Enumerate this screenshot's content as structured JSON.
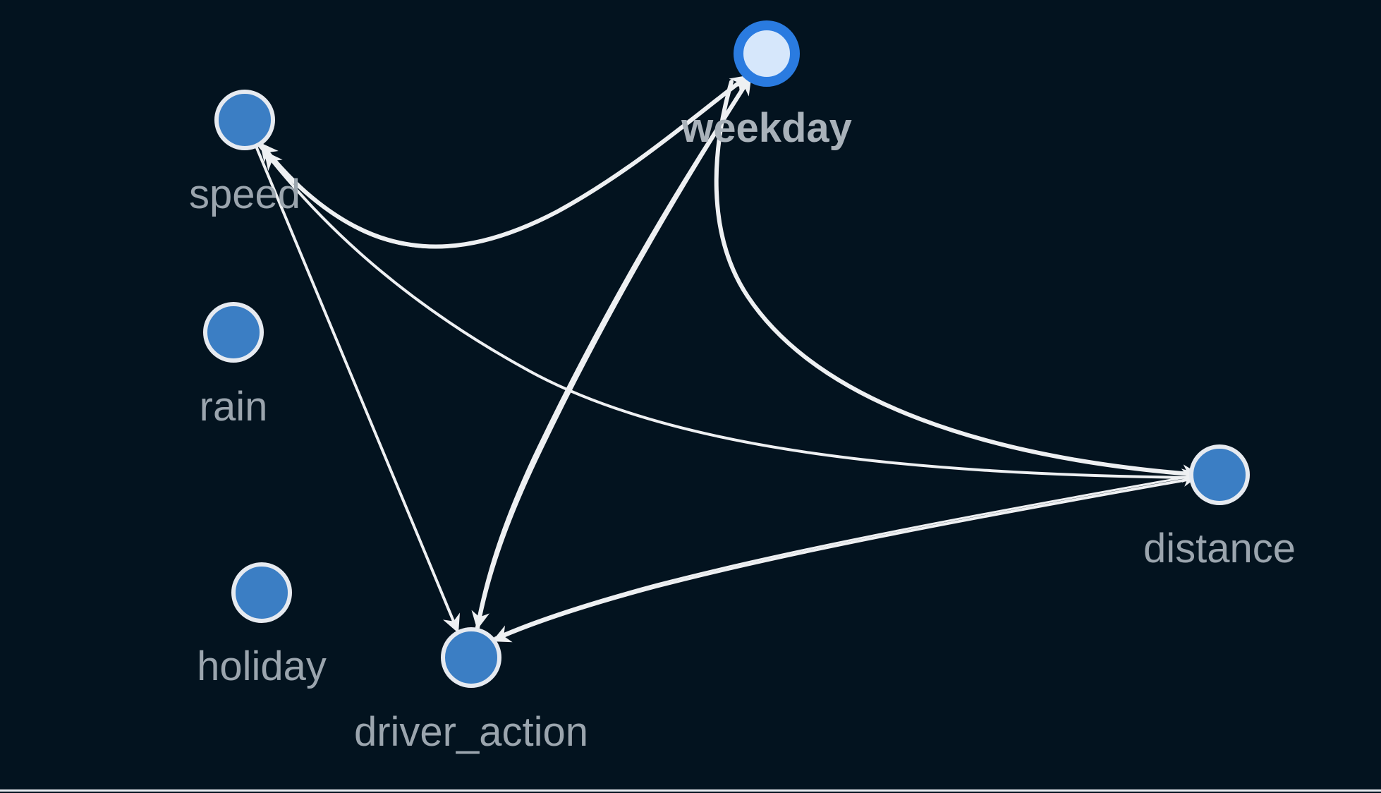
{
  "graph": {
    "nodes": [
      {
        "id": "speed",
        "label": "speed",
        "selected": false
      },
      {
        "id": "weekday",
        "label": "weekday",
        "selected": true
      },
      {
        "id": "rain",
        "label": "rain",
        "selected": false
      },
      {
        "id": "distance",
        "label": "distance",
        "selected": false
      },
      {
        "id": "holiday",
        "label": "holiday",
        "selected": false
      },
      {
        "id": "driver_action",
        "label": "driver_action",
        "selected": false
      }
    ],
    "edges": [
      {
        "from": "speed",
        "to": "weekday"
      },
      {
        "from": "weekday",
        "to": "speed"
      },
      {
        "from": "speed",
        "to": "driver_action"
      },
      {
        "from": "distance",
        "to": "speed"
      },
      {
        "from": "weekday",
        "to": "driver_action"
      },
      {
        "from": "driver_action",
        "to": "weekday"
      },
      {
        "from": "weekday",
        "to": "distance"
      },
      {
        "from": "distance",
        "to": "driver_action"
      },
      {
        "from": "driver_action",
        "to": "distance"
      }
    ]
  },
  "colors": {
    "background": "#03131f",
    "node_fill": "#3b7ec4",
    "node_stroke": "#e6eaf0",
    "selected_fill": "#d6e7fb",
    "selected_stroke": "#2a7be0",
    "edge": "#eef0f2",
    "label": "#9ba5ae"
  }
}
